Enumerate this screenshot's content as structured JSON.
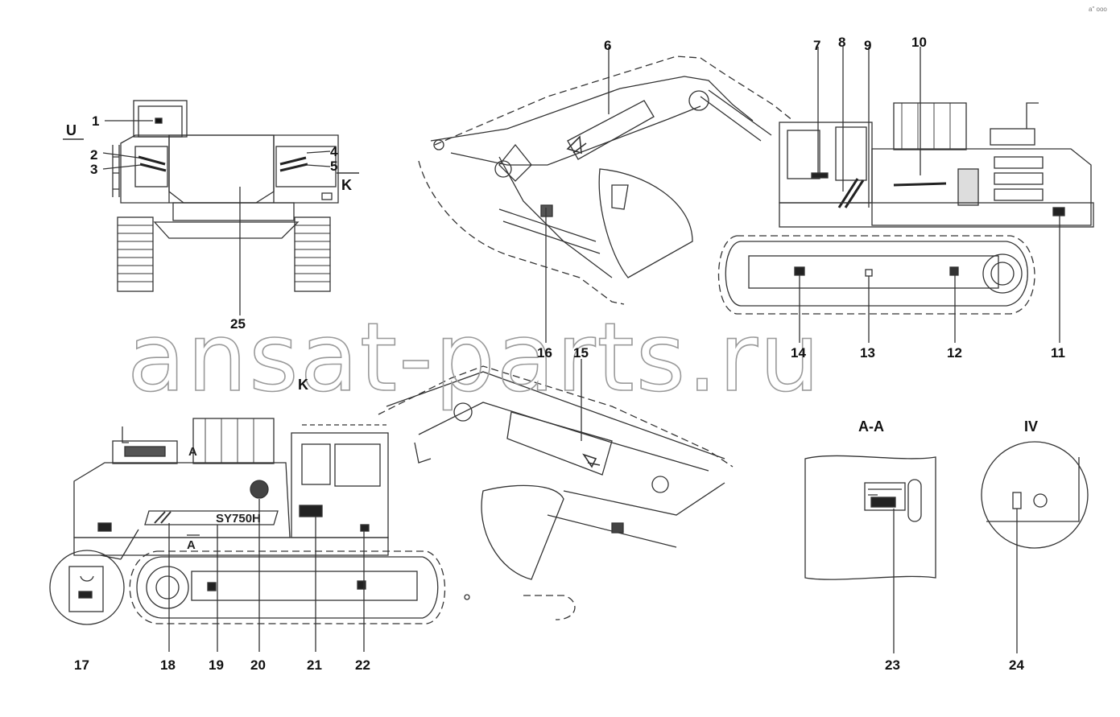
{
  "watermark": "ansat-parts.ru",
  "corner_mark": "a\" ooo",
  "view_labels": {
    "u": "U",
    "k_top": "K",
    "k_mid": "K",
    "a_a": "A-A",
    "iv": "IV",
    "a_upper": "A",
    "a_lower": "A"
  },
  "decal_text": "SY750H",
  "callouts": [
    "1",
    "2",
    "3",
    "4",
    "5",
    "6",
    "7",
    "8",
    "9",
    "10",
    "11",
    "12",
    "13",
    "14",
    "15",
    "16",
    "17",
    "18",
    "19",
    "20",
    "21",
    "22",
    "23",
    "24",
    "25"
  ]
}
